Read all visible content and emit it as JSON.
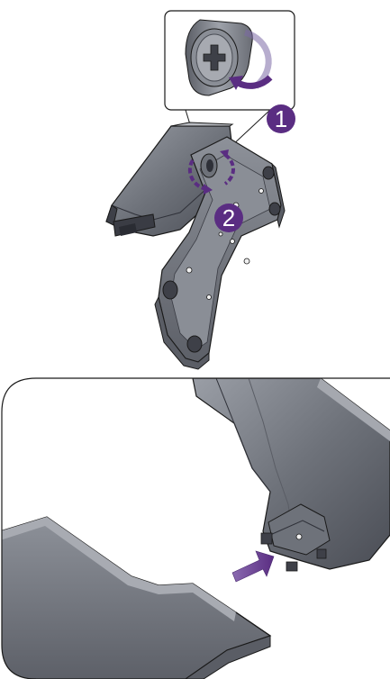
{
  "steps": [
    {
      "number": "1",
      "action": "rotate-screw-counterclockwise"
    },
    {
      "number": "2",
      "action": "detach-base"
    }
  ],
  "icons": {
    "screw": "phillips-thumb-screw-icon",
    "rotate": "rotate-arrow-icon",
    "slide": "slide-arrow-icon"
  },
  "colors": {
    "accent": "#5a2d82",
    "metal_dark": "#4a4d55",
    "metal_mid": "#7a7e86",
    "metal_light": "#b9bcc2",
    "line": "#1a1a1a"
  }
}
